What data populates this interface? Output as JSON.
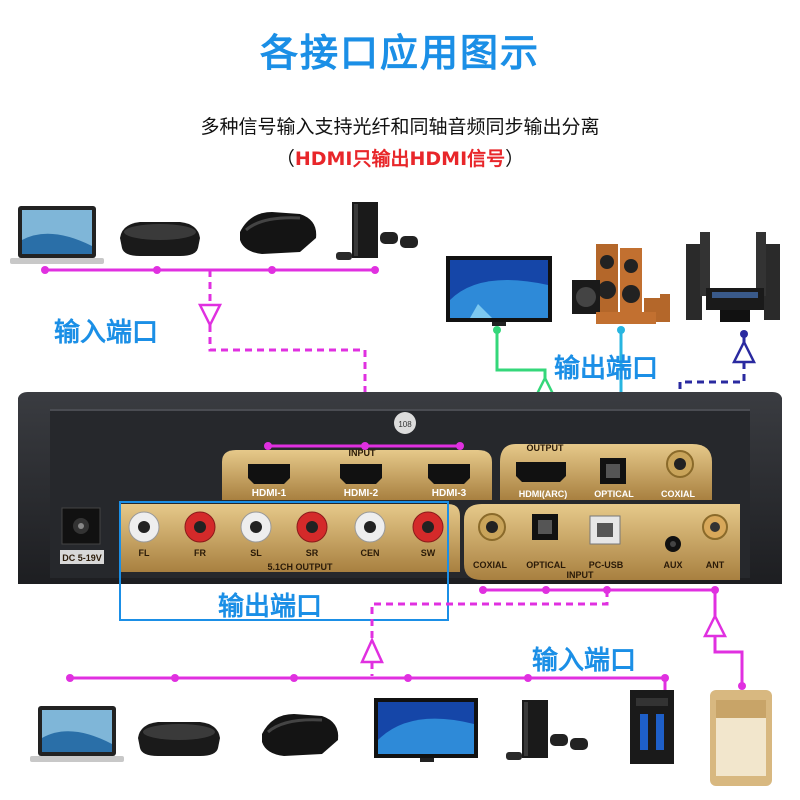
{
  "title": "各接口应用图示",
  "subtitle": "多种信号输入支持光纤和同轴音频同步输出分离",
  "note": {
    "open": "（",
    "highlight": "HDMI只输出HDMI信号",
    "close": "）"
  },
  "labels": {
    "input_top": "输入端口",
    "output_top": "输出端口",
    "output_bottom": "输出端口",
    "input_bottom": "输入端口"
  },
  "panel": {
    "dc": "DC 5-19V",
    "hdmi_input_header": "INPUT",
    "hdmi_inputs": [
      "HDMI-1",
      "HDMI-2",
      "HDMI-3"
    ],
    "output_header": "OUTPUT",
    "outputs": [
      "HDMI(ARC)",
      "OPTICAL",
      "COXIAL"
    ],
    "rca_outputs": [
      "FL",
      "FR",
      "SL",
      "SR",
      "CEN",
      "SW"
    ],
    "rca_header": "5.1CH OUTPUT",
    "bottom_inputs": [
      "COXIAL",
      "OPTICAL",
      "PC-USB",
      "AUX",
      "ANT"
    ],
    "bottom_input_header": "INPUT",
    "knob": "108"
  },
  "devices": {
    "top_inputs": [
      "laptop-icon",
      "tv-box-icon",
      "tv-box-icon",
      "game-console-icon"
    ],
    "top_outputs": [
      "television-icon",
      "speaker-system-icon",
      "home-theater-icon"
    ],
    "bottom_inputs": [
      "laptop-icon",
      "tv-box-icon",
      "tv-box-icon",
      "television-icon",
      "game-console-icon",
      "desktop-pc-icon",
      "smartphone-icon"
    ]
  },
  "colors": {
    "title": "#1b8fe6",
    "magenta": "#e030e0",
    "green": "#34d77a",
    "cyan": "#27b5e0",
    "navy": "#2a2aa0",
    "red": "#e8262a",
    "panel": "#2a2c30",
    "gold": "#c9a45a"
  }
}
